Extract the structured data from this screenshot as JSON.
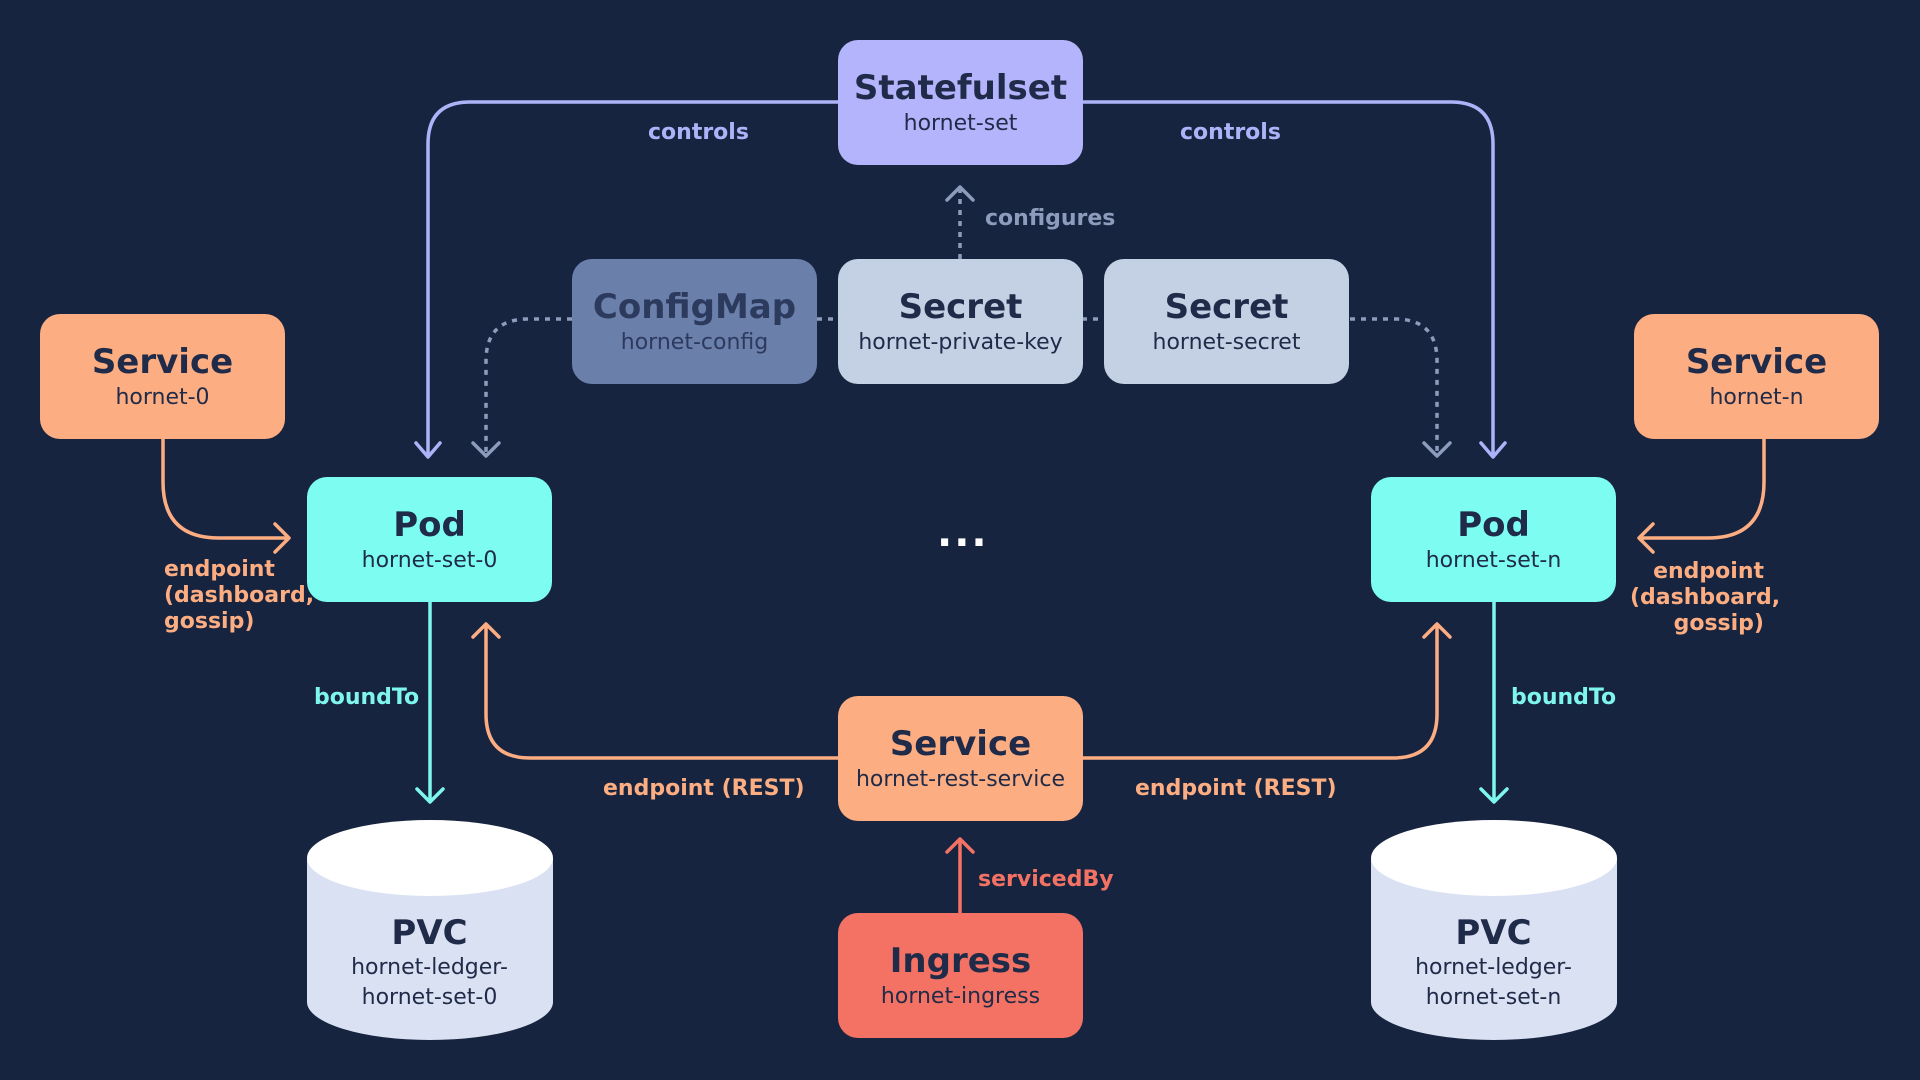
{
  "nodes": {
    "statefulset": {
      "title": "Statefulset",
      "sub": "hornet-set"
    },
    "configmap": {
      "title": "ConfigMap",
      "sub": "hornet-config"
    },
    "secret_private": {
      "title": "Secret",
      "sub": "hornet-private-key"
    },
    "secret_secret": {
      "title": "Secret",
      "sub": "hornet-secret"
    },
    "service_0": {
      "title": "Service",
      "sub": "hornet-0"
    },
    "service_n": {
      "title": "Service",
      "sub": "hornet-n"
    },
    "pod_0": {
      "title": "Pod",
      "sub": "hornet-set-0"
    },
    "pod_n": {
      "title": "Pod",
      "sub": "hornet-set-n"
    },
    "service_rest": {
      "title": "Service",
      "sub": "hornet-rest-service"
    },
    "ingress": {
      "title": "Ingress",
      "sub": "hornet-ingress"
    },
    "pvc_0": {
      "title": "PVC",
      "sub1": "hornet-ledger-",
      "sub2": "hornet-set-0"
    },
    "pvc_n": {
      "title": "PVC",
      "sub1": "hornet-ledger-",
      "sub2": "hornet-set-n"
    }
  },
  "labels": {
    "controls_left": "controls",
    "controls_right": "controls",
    "configures": "configures",
    "endpoint_left_1": "endpoint",
    "endpoint_left_2": "(dashboard,",
    "endpoint_left_3": "gossip)",
    "endpoint_right_1": "endpoint",
    "endpoint_right_2": "(dashboard,",
    "endpoint_right_3": "gossip)",
    "bound_left": "boundTo",
    "bound_right": "boundTo",
    "rest_left": "endpoint (REST)",
    "rest_right": "endpoint (REST)",
    "servicedby": "servicedBy",
    "ellipsis": "..."
  },
  "colors": {
    "background": "#17243f",
    "statefulset": "#b4b4fc",
    "configmap": "#6b7fab",
    "secret": "#c4d0e4",
    "service": "#fdad82",
    "pod": "#7dfdf1",
    "ingress": "#f47264",
    "pvc": "#d9e1f3",
    "edge_controls": "#aeb3f9",
    "edge_config": "#8d9bbc",
    "edge_endpoint": "#fdad82",
    "edge_bound": "#7ef6ee",
    "edge_serviced": "#f47264"
  }
}
